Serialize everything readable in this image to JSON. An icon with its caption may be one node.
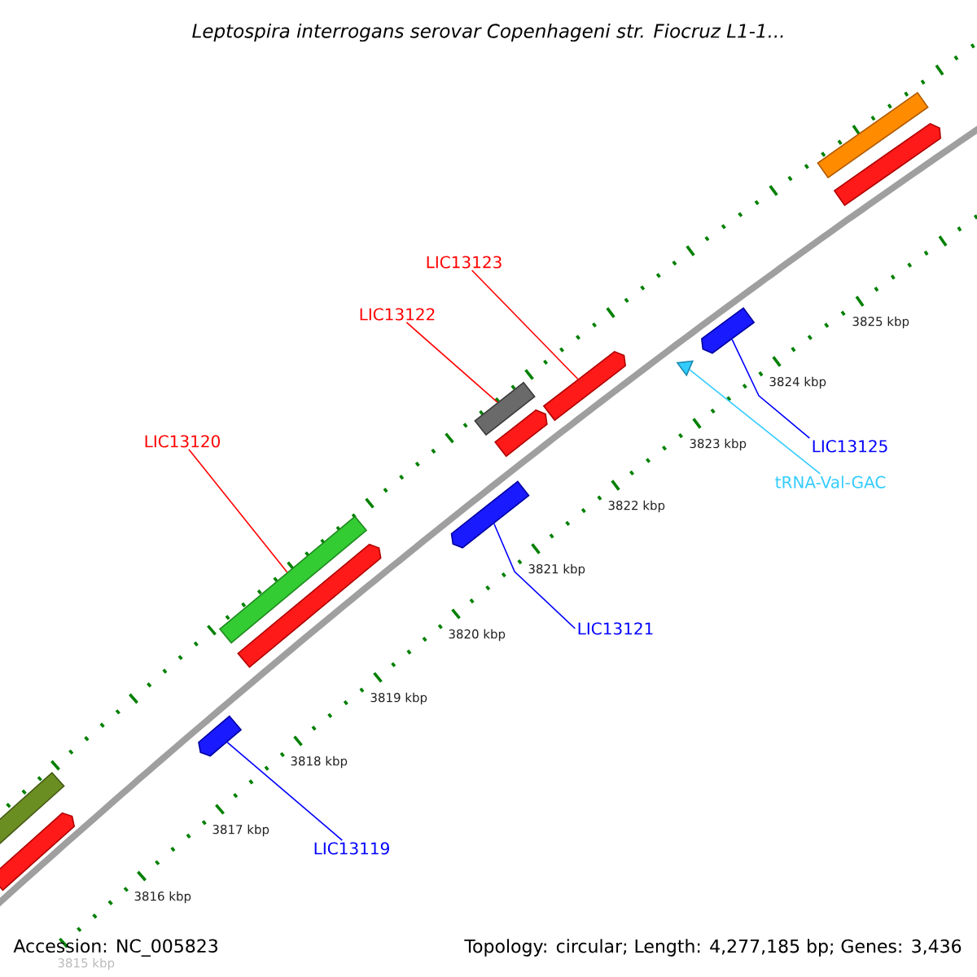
{
  "diagram": {
    "title": "Leptospira interrogans serovar Copenhageni str. Fiocruz L1-1...",
    "nodes": [
      {
        "text": [],
        "shape": "bar"
      },
      {
        "text": [],
        "shape": "bar"
      },
      {
        "text": [
          "LIC13123"
        ]
      },
      {
        "text": [
          "LIC13122"
        ]
      },
      {
        "text": [],
        "shape": "bar"
      },
      {
        "text": [],
        "shape": "triangle"
      },
      {
        "text": [],
        "shape": "bar"
      },
      {
        "text": [],
        "shape": "bar"
      },
      {
        "text": [],
        "shape": "bar"
      },
      {
        "text": [
          "LIC13120"
        ]
      },
      {
        "text": [
          "LIC13125"
        ]
      },
      {
        "text": [
          "tRNA-Val-GAC"
        ]
      },
      {
        "text": [],
        "shape": "bar"
      },
      {
        "text": [],
        "shape": "bar"
      },
      {
        "text": [],
        "shape": "bar"
      },
      {
        "text": [
          "LIC13121"
        ]
      },
      {
        "text": [],
        "shape": "bar"
      },
      {
        "text": [],
        "shape": "bar"
      },
      {
        "text": [
          "LIC13119"
        ]
      },
      {
        "text": [],
        "shape": "bar"
      }
    ],
    "edges": [
      {
        "from": 2,
        "to": 6,
        "arrow": "none",
        "color": "#ff0000"
      },
      {
        "from": 3,
        "to": 7,
        "arrow": "none",
        "color": "#ff0000"
      },
      {
        "from": 9,
        "to": 13,
        "arrow": "none",
        "color": "#ff0000"
      },
      {
        "from": 10,
        "to": 4,
        "arrow": "none",
        "color": "#0000ff"
      },
      {
        "from": 11,
        "to": 5,
        "arrow": "none",
        "color": "#33ccff"
      },
      {
        "from": 15,
        "to": 12,
        "arrow": "none",
        "color": "#0000ff"
      },
      {
        "from": 18,
        "to": 16,
        "arrow": "none",
        "color": "#0000ff"
      }
    ],
    "labels": [
      "3825 kbp",
      "3824 kbp",
      "3823 kbp",
      "3822 kbp",
      "3821 kbp",
      "3820 kbp",
      "3819 kbp",
      "3818 kbp",
      "3817 kbp",
      "3816 kbp",
      "Accession: NC_005823",
      "Topology: circular; Length: 4,277,185 bp; Genes: 3,436",
      "3815 kbp"
    ]
  }
}
